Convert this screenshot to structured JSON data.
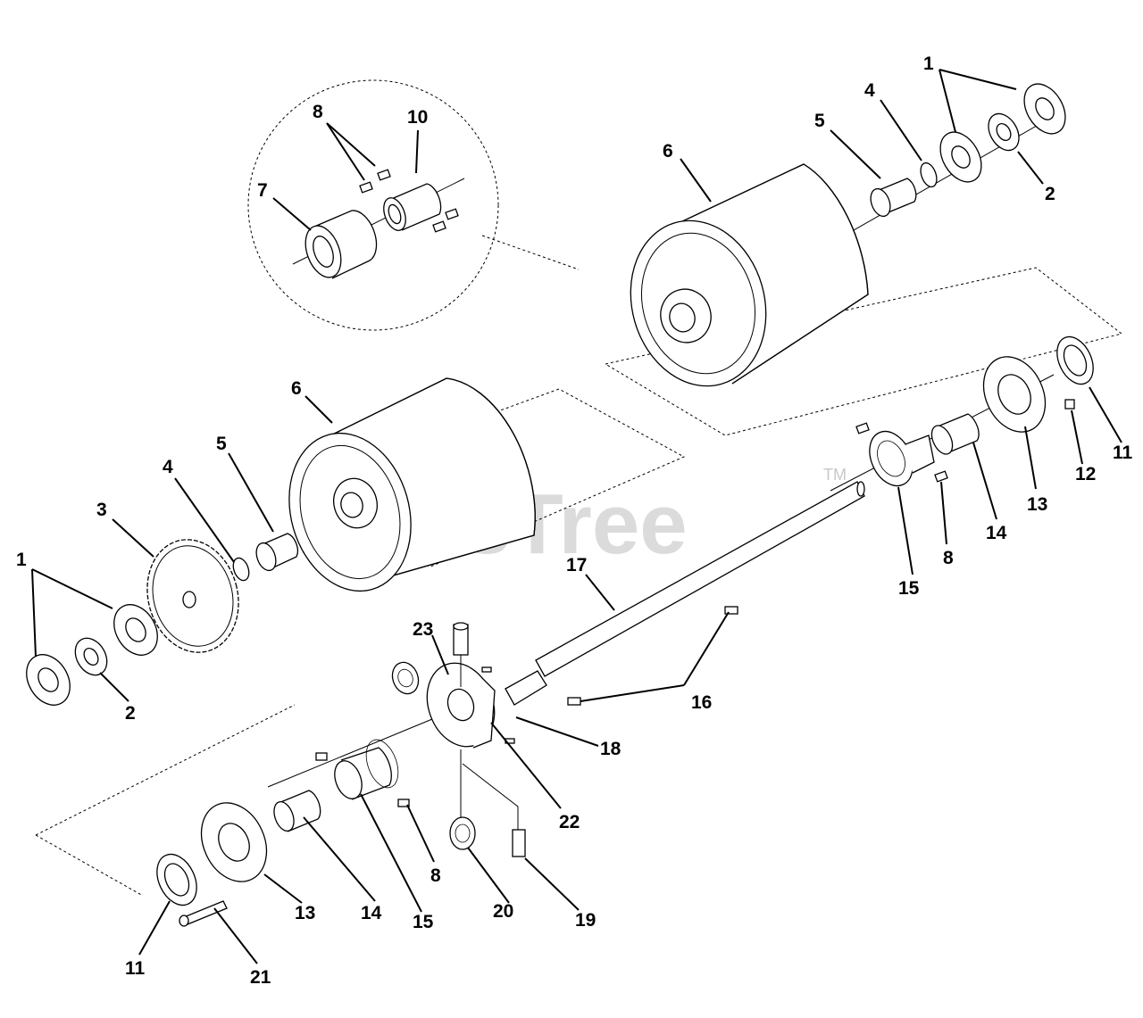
{
  "watermark": {
    "text": "PartsTree",
    "trademark": "TM"
  },
  "callouts": [
    {
      "id": "c1-top",
      "label": "1"
    },
    {
      "id": "c4-top",
      "label": "4"
    },
    {
      "id": "c5-top",
      "label": "5"
    },
    {
      "id": "c6-top",
      "label": "6"
    },
    {
      "id": "c2-top",
      "label": "2"
    },
    {
      "id": "c8-inset",
      "label": "8"
    },
    {
      "id": "c10-inset",
      "label": "10"
    },
    {
      "id": "c7-inset",
      "label": "7"
    },
    {
      "id": "c6-mid",
      "label": "6"
    },
    {
      "id": "c5-mid",
      "label": "5"
    },
    {
      "id": "c4-mid",
      "label": "4"
    },
    {
      "id": "c3",
      "label": "3"
    },
    {
      "id": "c1-left",
      "label": "1"
    },
    {
      "id": "c2-left",
      "label": "2"
    },
    {
      "id": "c11-right",
      "label": "11"
    },
    {
      "id": "c12",
      "label": "12"
    },
    {
      "id": "c13-right",
      "label": "13"
    },
    {
      "id": "c14-right",
      "label": "14"
    },
    {
      "id": "c8-right",
      "label": "8"
    },
    {
      "id": "c15-right",
      "label": "15"
    },
    {
      "id": "c17",
      "label": "17"
    },
    {
      "id": "c23",
      "label": "23"
    },
    {
      "id": "c16",
      "label": "16"
    },
    {
      "id": "c18",
      "label": "18"
    },
    {
      "id": "c22",
      "label": "22"
    },
    {
      "id": "c8-bottom",
      "label": "8"
    },
    {
      "id": "c20",
      "label": "20"
    },
    {
      "id": "c19",
      "label": "19"
    },
    {
      "id": "c15-bottom",
      "label": "15"
    },
    {
      "id": "c14-bottom",
      "label": "14"
    },
    {
      "id": "c13-bottom",
      "label": "13"
    },
    {
      "id": "c11-bottom",
      "label": "11"
    },
    {
      "id": "c21",
      "label": "21"
    }
  ]
}
